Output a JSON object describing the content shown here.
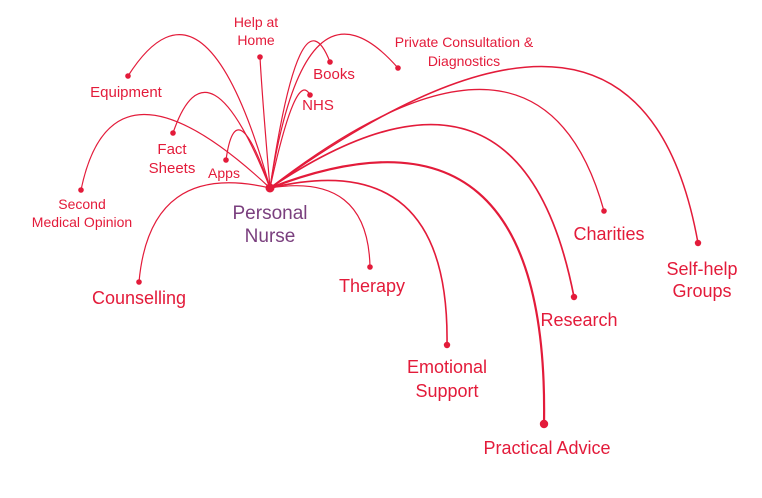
{
  "center": {
    "lines": [
      "Personal",
      "Nurse"
    ],
    "color": "#7a3f7e"
  },
  "accent": "#e31b3a",
  "nodes": [
    {
      "id": "help-at-home",
      "lines": [
        "Help at",
        "Home"
      ]
    },
    {
      "id": "books",
      "lines": [
        "Books"
      ]
    },
    {
      "id": "private-consultation",
      "lines": [
        "Private Consultation &",
        "Diagnostics"
      ]
    },
    {
      "id": "equipment",
      "lines": [
        "Equipment"
      ]
    },
    {
      "id": "nhs",
      "lines": [
        "NHS"
      ]
    },
    {
      "id": "fact-sheets",
      "lines": [
        "Fact",
        "Sheets"
      ]
    },
    {
      "id": "apps",
      "lines": [
        "Apps"
      ]
    },
    {
      "id": "second-medical-opinion",
      "lines": [
        "Second",
        "Medical Opinion"
      ]
    },
    {
      "id": "counselling",
      "lines": [
        "Counselling"
      ]
    },
    {
      "id": "therapy",
      "lines": [
        "Therapy"
      ]
    },
    {
      "id": "emotional-support",
      "lines": [
        "Emotional",
        "Support"
      ]
    },
    {
      "id": "practical-advice",
      "lines": [
        "Practical Advice"
      ]
    },
    {
      "id": "research",
      "lines": [
        "Research"
      ]
    },
    {
      "id": "charities",
      "lines": [
        "Charities"
      ]
    },
    {
      "id": "self-help-groups",
      "lines": [
        "Self-help",
        "Groups"
      ]
    }
  ]
}
